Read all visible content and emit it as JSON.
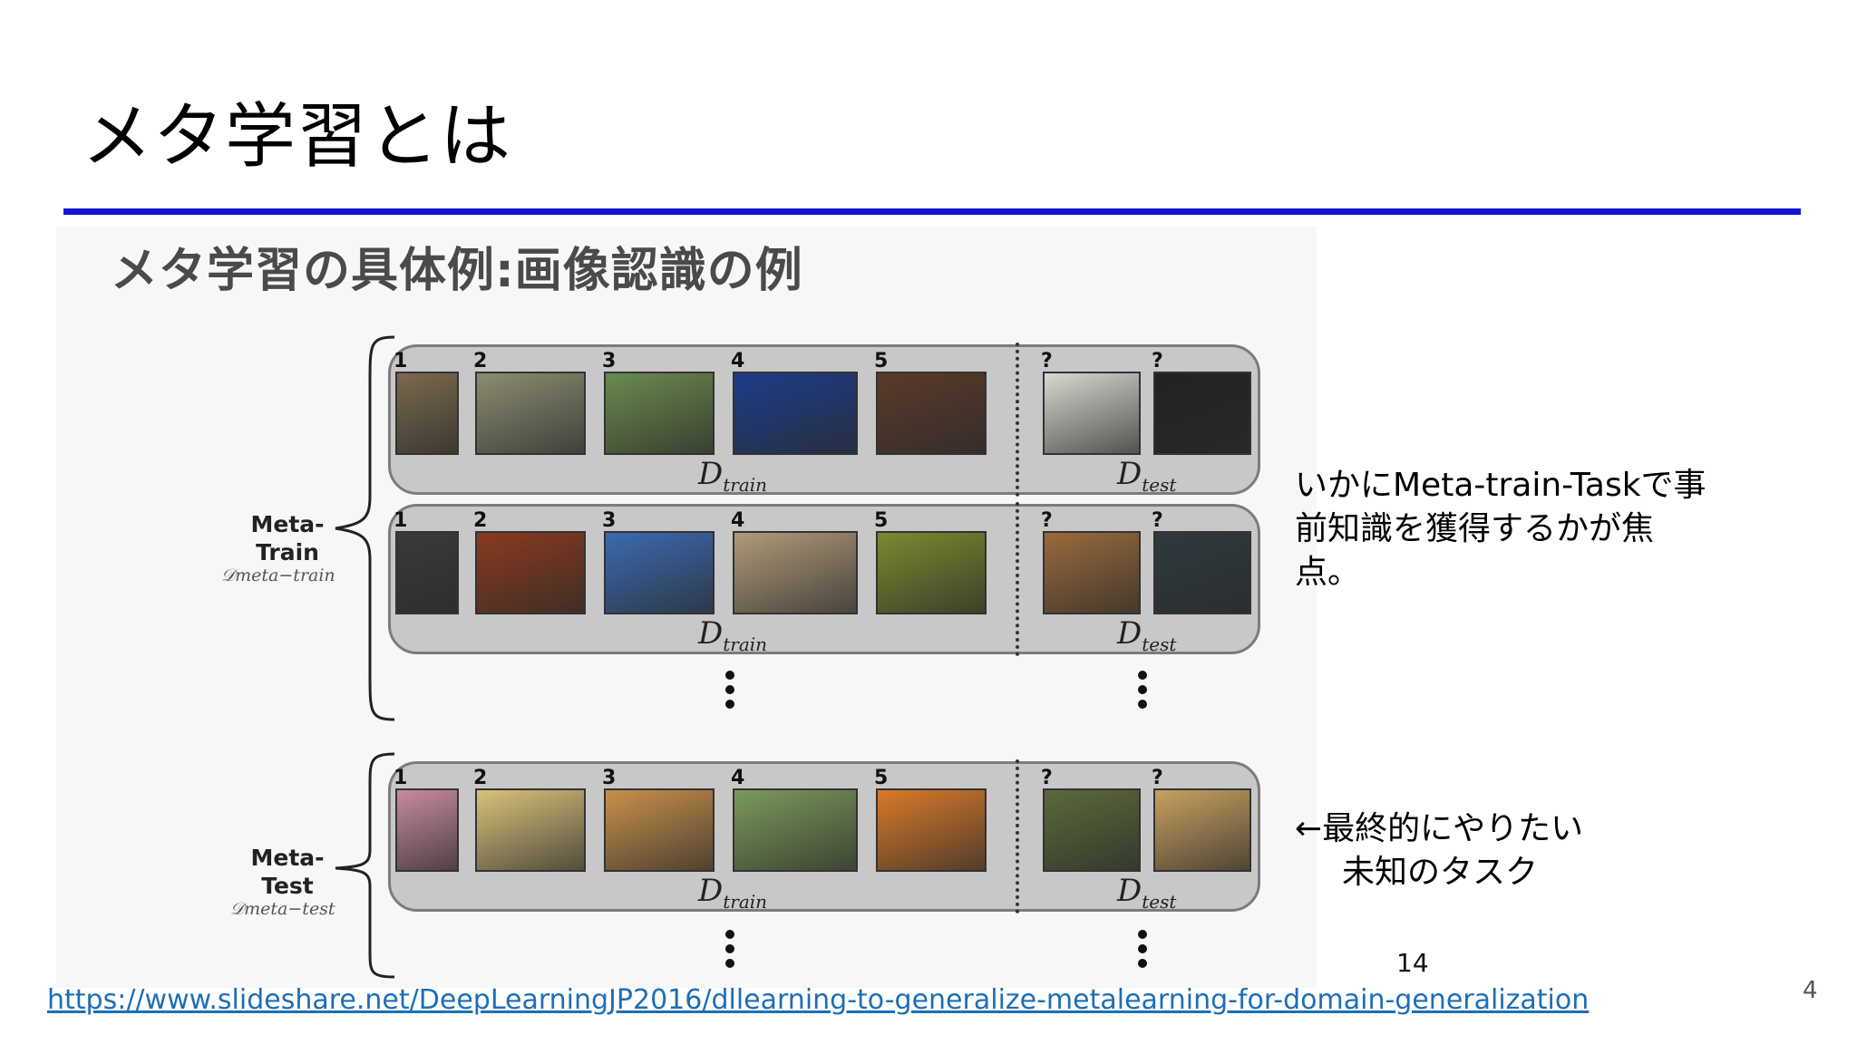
{
  "slide": {
    "title": "メタ学習とは",
    "note_1": [
      "いかにMeta-train-Taskで事",
      "前知識を獲得するかが焦",
      "点。"
    ],
    "note_2": [
      "←最終的にやりたい",
      "未知のタスク"
    ],
    "source_link": "https://www.slideshare.net/DeepLearningJP2016/dllearning-to-generalize-metalearning-for-domain-generalization",
    "slide_number": "4"
  },
  "figure": {
    "title": "メタ学習の具体例:画像認識の例",
    "page_ref": "14",
    "meta_train": {
      "label_1": "Meta-",
      "label_2": "Train",
      "math": "𝒟meta−train"
    },
    "meta_test": {
      "label_1": "Meta-",
      "label_2": "Test",
      "math": "𝒟meta−test"
    },
    "d_train": {
      "main": "D",
      "sub": "train"
    },
    "d_test": {
      "main": "D",
      "sub": "test"
    },
    "tasks": [
      {
        "train": [
          {
            "num": "1",
            "icon": "bird-photo"
          },
          {
            "num": "2",
            "icon": "tank-photo"
          },
          {
            "num": "3",
            "icon": "white-dog-photo"
          },
          {
            "num": "4",
            "icon": "singer-photo"
          },
          {
            "num": "5",
            "icon": "piano-photo"
          }
        ],
        "test": [
          {
            "num": "?",
            "icon": "dog-photo"
          },
          {
            "num": "?",
            "icon": "piano-keys-photo"
          }
        ]
      },
      {
        "train": [
          {
            "num": "1",
            "icon": "bottle-photo"
          },
          {
            "num": "2",
            "icon": "carousel-photo"
          },
          {
            "num": "3",
            "icon": "cliff-photo"
          },
          {
            "num": "4",
            "icon": "barrel-photo"
          },
          {
            "num": "5",
            "icon": "mushroom-photo"
          }
        ],
        "test": [
          {
            "num": "?",
            "icon": "barrels-photo"
          },
          {
            "num": "?",
            "icon": "coast-cliff-photo"
          }
        ]
      },
      {
        "train": [
          {
            "num": "1",
            "icon": "girl-photo"
          },
          {
            "num": "2",
            "icon": "knot-photo"
          },
          {
            "num": "3",
            "icon": "golden-dog-photo"
          },
          {
            "num": "4",
            "icon": "roaring-lion-photo"
          },
          {
            "num": "5",
            "icon": "stacked-bowls-photo"
          }
        ],
        "test": [
          {
            "num": "?",
            "icon": "lion-photo"
          },
          {
            "num": "?",
            "icon": "bowl-photo"
          }
        ]
      }
    ]
  }
}
